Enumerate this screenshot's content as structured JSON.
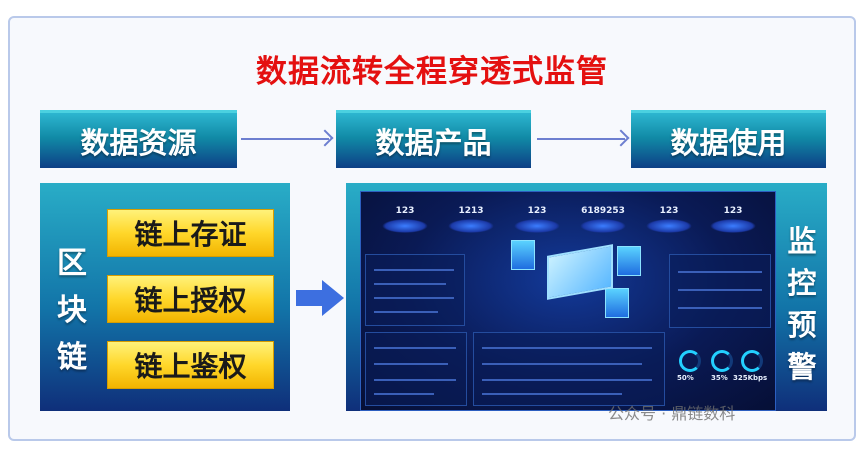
{
  "title": "数据流转全程穿透式监管",
  "stages": [
    "数据资源",
    "数据产品",
    "数据使用"
  ],
  "blockchain": {
    "label_chars": [
      "区",
      "块",
      "链"
    ],
    "items": [
      "链上存证",
      "链上授权",
      "链上鉴权"
    ]
  },
  "monitor": {
    "label_chars": [
      "监",
      "控",
      "预",
      "警"
    ],
    "dashboard": {
      "stats": [
        "123",
        "1213",
        "123",
        "6189253",
        "123",
        "123"
      ],
      "gauges": [
        "50%",
        "35%",
        "325Kbps"
      ]
    }
  },
  "watermark": "公众号 · 鼎链数科",
  "colors": {
    "title": "#e41010",
    "stage": "#118aa6",
    "chip": "#ffd72a"
  }
}
